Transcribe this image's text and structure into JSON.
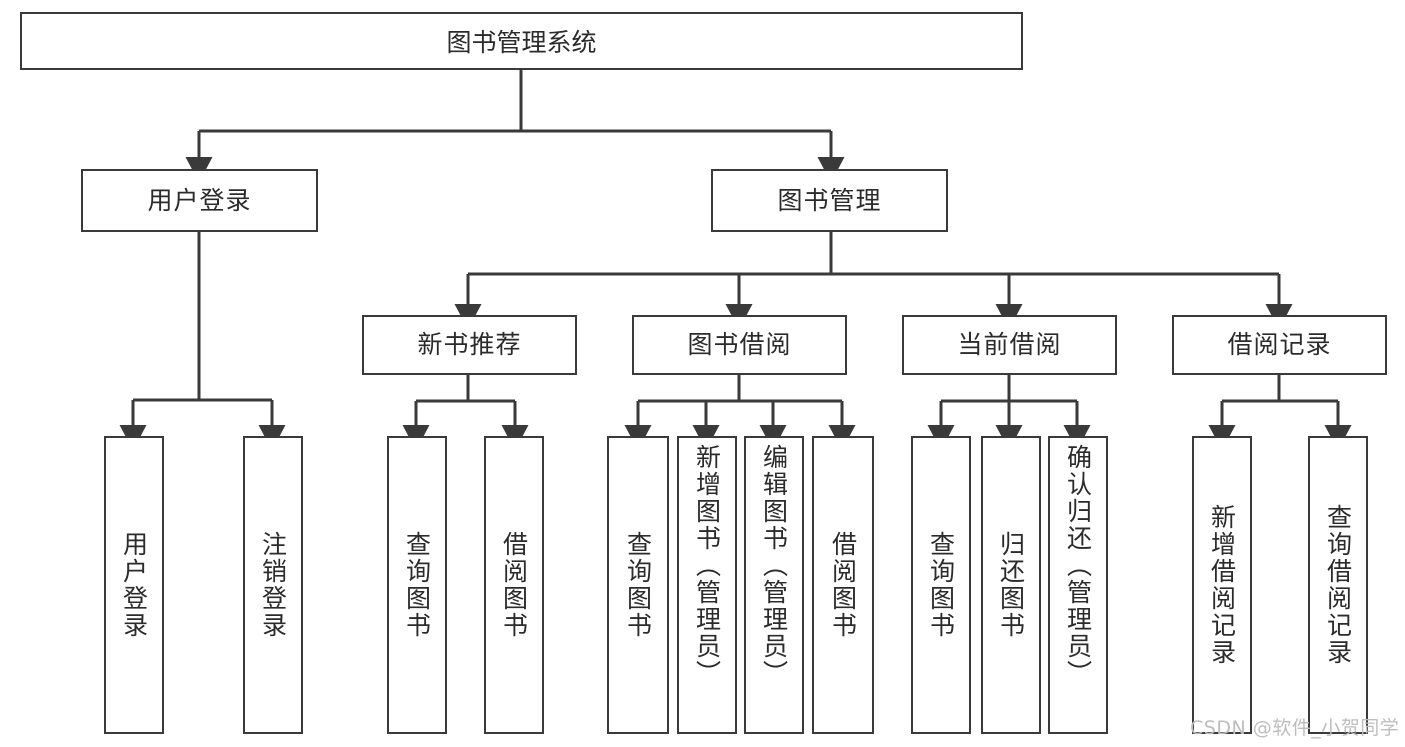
{
  "diagram": {
    "title": "图书管理系统",
    "type": "tree-structure-chart",
    "colors": {
      "box_border": "#3a3a3a",
      "box_fill": "#ffffff",
      "connector": "#3a3a3a",
      "text": "#2b2b2b",
      "watermark": "#bdbdbd",
      "background": "#ffffff"
    },
    "root": {
      "label": "图书管理系统"
    },
    "level2": [
      {
        "label": "用户登录"
      },
      {
        "label": "图书管理"
      }
    ],
    "level3": [
      {
        "label": "新书推荐"
      },
      {
        "label": "图书借阅"
      },
      {
        "label": "当前借阅"
      },
      {
        "label": "借阅记录"
      }
    ],
    "leaves": {
      "user_login": [
        {
          "label": "用户登录"
        },
        {
          "label": "注销登录"
        }
      ],
      "new_book_recommend": [
        {
          "label": "查询图书"
        },
        {
          "label": "借阅图书"
        }
      ],
      "book_borrow": [
        {
          "label": "查询图书"
        },
        {
          "label": "新增图书（管理员）"
        },
        {
          "label": "编辑图书（管理员）"
        },
        {
          "label": "借阅图书"
        }
      ],
      "current_borrow": [
        {
          "label": "查询图书"
        },
        {
          "label": "归还图书"
        },
        {
          "label": "确认归还（管理员）"
        }
      ],
      "borrow_records": [
        {
          "label": "新增借阅记录"
        },
        {
          "label": "查询借阅记录"
        }
      ]
    }
  },
  "watermark": {
    "text": "CSDN @软件_小贺同学"
  }
}
